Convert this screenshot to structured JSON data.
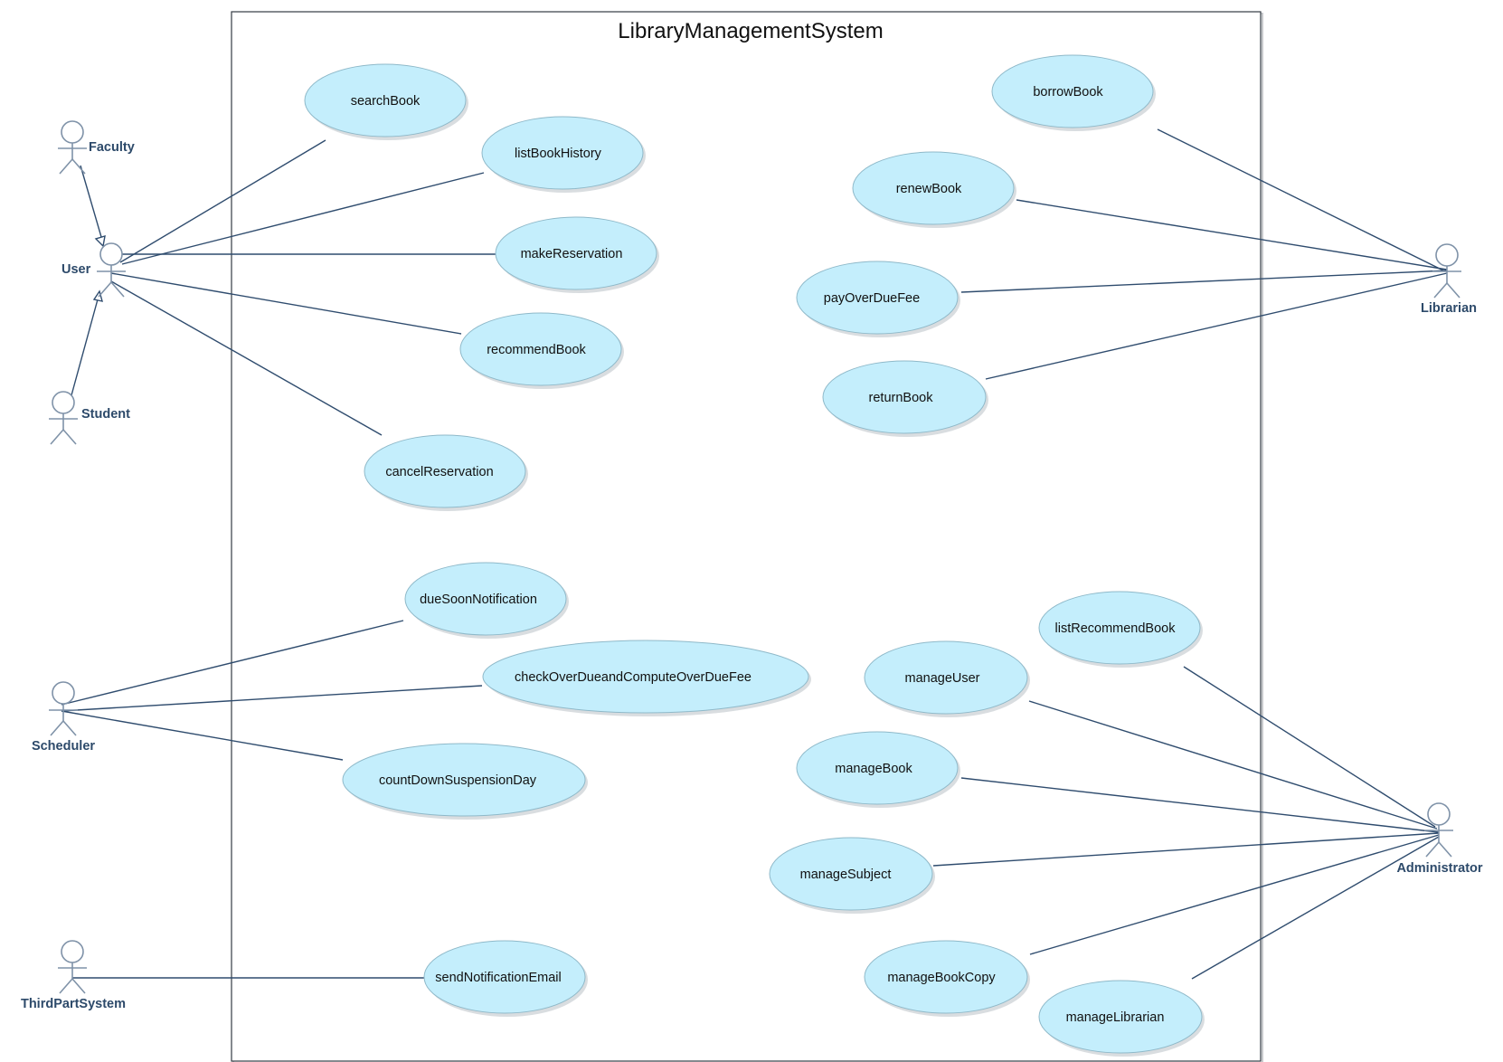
{
  "system": {
    "title": "LibraryManagementSystem"
  },
  "actors": {
    "faculty": "Faculty",
    "user": "User",
    "student": "Student",
    "librarian": "Librarian",
    "scheduler": "Scheduler",
    "administrator": "Administrator",
    "third_party": "ThirdPartSystem"
  },
  "use_cases": {
    "searchBook": "searchBook",
    "listBookHistory": "listBookHistory",
    "makeReservation": "makeReservation",
    "recommendBook": "recommendBook",
    "cancelReservation": "cancelReservation",
    "borrowBook": "borrowBook",
    "renewBook": "renewBook",
    "payOverDueFee": "payOverDueFee",
    "returnBook": "returnBook",
    "dueSoonNotification": "dueSoonNotification",
    "checkOverDue": "checkOverDueandComputeOverDueFee",
    "countDownSuspensionDay": "countDownSuspensionDay",
    "sendNotificationEmail": "sendNotificationEmail",
    "listRecommendBook": "listRecommendBook",
    "manageUser": "manageUser",
    "manageBook": "manageBook",
    "manageSubject": "manageSubject",
    "manageBookCopy": "manageBookCopy",
    "manageLibrarian": "manageLibrarian"
  },
  "colors": {
    "use_case_fill": "#c4eefc",
    "association_line": "#2f4c6e",
    "actor_label": "#2d4a6a"
  }
}
